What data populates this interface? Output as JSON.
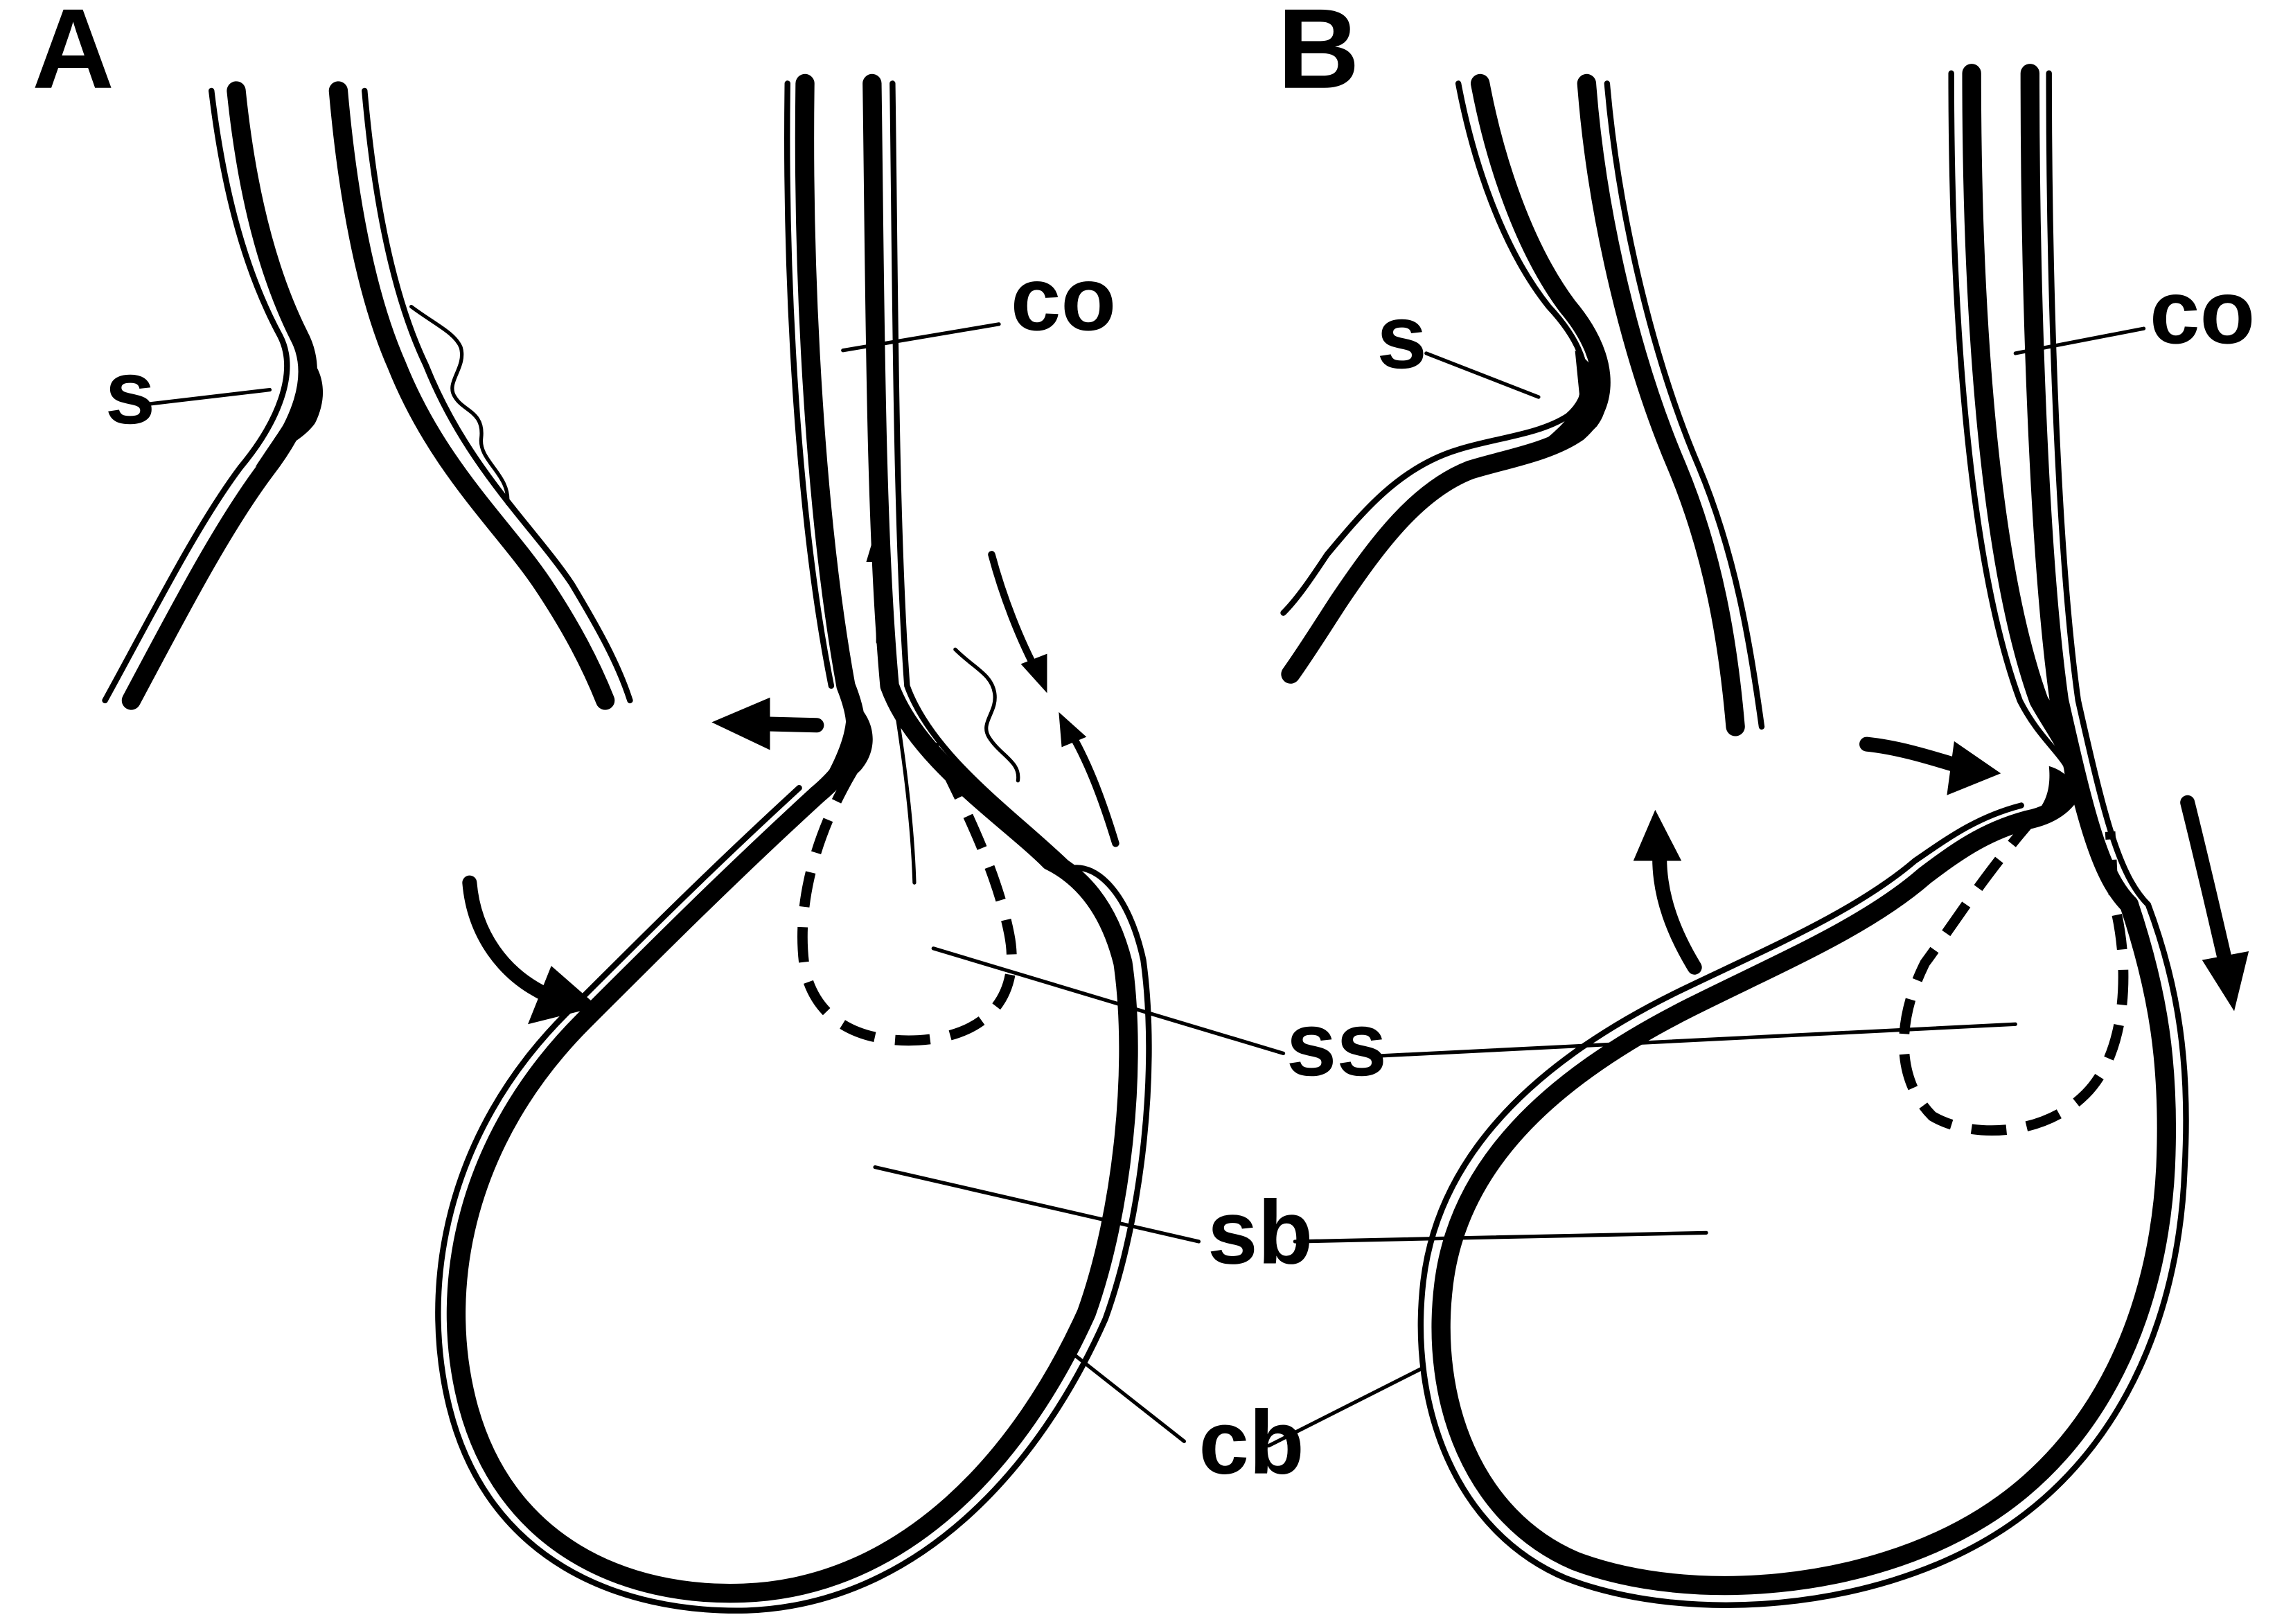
{
  "panels": [
    {
      "letter": "A",
      "labels": {
        "s": "s",
        "co": "co",
        "ss": "ss",
        "sb": "sb",
        "cb": "cb"
      }
    },
    {
      "letter": "B",
      "labels": {
        "s": "s",
        "co": "co"
      }
    }
  ]
}
